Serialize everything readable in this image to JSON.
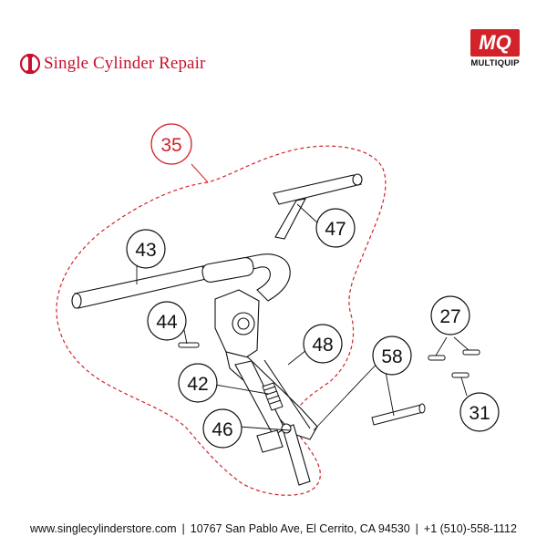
{
  "header": {
    "brand_name": "Single Cylinder Repair",
    "brand_color": "#c8102e",
    "manufacturer_logo_text": "MQ",
    "manufacturer_name": "MULTIQUIP"
  },
  "diagram": {
    "assembly_callout": "35",
    "callouts": [
      "47",
      "43",
      "44",
      "42",
      "46",
      "48",
      "58",
      "27",
      "31"
    ]
  },
  "footer": {
    "website": "www.singlecylinderstore.com",
    "address": "10767 San Pablo Ave, El Cerrito, CA 94530",
    "phone": "+1 (510)-558-1112",
    "separator": "|"
  }
}
